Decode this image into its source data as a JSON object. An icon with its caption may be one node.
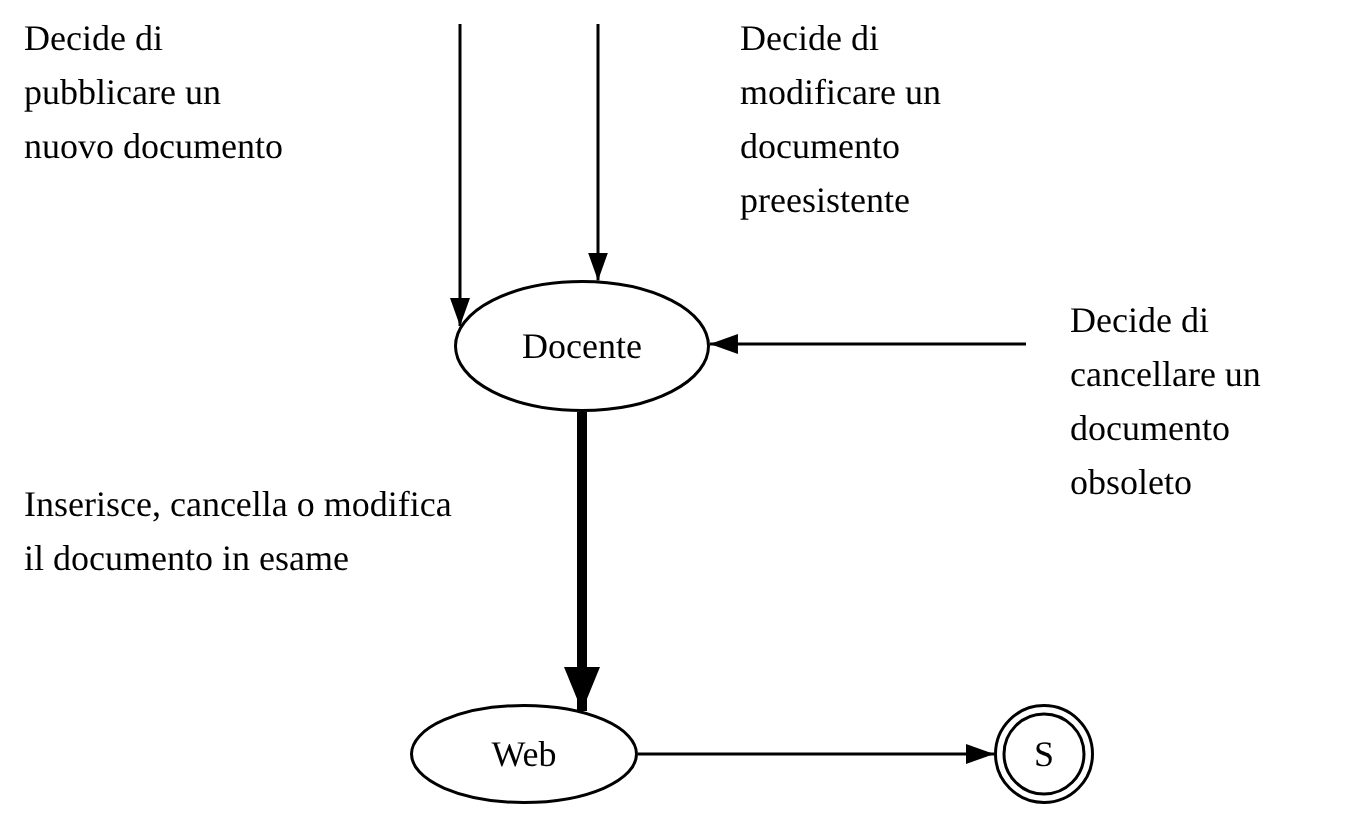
{
  "diagram": {
    "nodes": [
      {
        "text": [
          "Docente"
        ]
      },
      {
        "text": [
          "Web"
        ]
      },
      {
        "text": [
          "S"
        ]
      }
    ],
    "edges": [
      {
        "from": null,
        "to": 0,
        "arrow": "to",
        "label": "Decide di pubblicare un nuovo documento"
      },
      {
        "from": null,
        "to": 0,
        "arrow": "to",
        "label": "Decide di modificare un documento preesistente"
      },
      {
        "from": null,
        "to": 0,
        "arrow": "to",
        "label": "Decide di cancellare un documento obsoleto"
      },
      {
        "from": 0,
        "to": 1,
        "arrow": "to",
        "style": "thick",
        "label": "Inserisce, cancella o modifica il documento in esame"
      },
      {
        "from": 1,
        "to": 2,
        "arrow": "to"
      }
    ]
  }
}
